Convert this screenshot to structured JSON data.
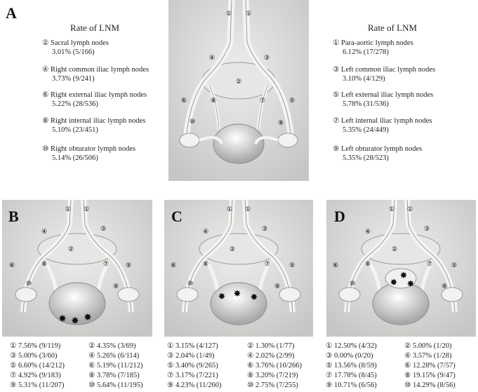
{
  "panelA": {
    "letter": "A",
    "left_title": "Rate of LNM",
    "right_title": "Rate of LNM",
    "left_nodes": [
      {
        "name": "② Sacral lymph nodes",
        "value": "3.01% (5/166)"
      },
      {
        "name": "④ Right common iliac lymph nodes",
        "value": "3.73% (9/241)"
      },
      {
        "name": "⑥ Right external iliac lymph nodes",
        "value": "5.22% (28/536)"
      },
      {
        "name": "⑧ Right internal iliac lymph nodes",
        "value": "5.10% (23/451)"
      },
      {
        "name": "⑩ Right obturator lymph nodes",
        "value": "5.14% (26/506)"
      }
    ],
    "right_nodes": [
      {
        "name": "① Para-aortic lymph nodes",
        "value": "6.12% (17/278)"
      },
      {
        "name": "③ Left common iliac lymph nodes",
        "value": "3.10% (4/129)"
      },
      {
        "name": "⑤ Left external iliac lymph nodes",
        "value": "5.78% (31/536)"
      },
      {
        "name": "⑦ Left internal iliac lymph nodes",
        "value": "5.35% (24/449)"
      },
      {
        "name": "⑨ Left obturator lymph nodes",
        "value": "5.35% (28/523)"
      }
    ]
  },
  "diagram_labels": {
    "n1a": "①",
    "n1b": "①",
    "n2": "②",
    "n3": "③",
    "n4": "④",
    "n5": "⑤",
    "n6": "⑥",
    "n7": "⑦",
    "n8": "⑧",
    "n9": "⑨",
    "n10": "⑩"
  },
  "panelB": {
    "letter": "B",
    "stats_left": [
      "① 7.56% (9/119)",
      "③ 5.00% (3/60)",
      "⑤ 6.60% (14/212)",
      "⑦ 4.92% (9/183)",
      "⑨ 5.31% (11/207)"
    ],
    "stats_right": [
      "② 4.35% (3/69)",
      "④ 5.26% (6/114)",
      "⑥ 5.19% (11/212)",
      "⑧ 3.78% (7/185)",
      "⑩ 5.64% (11/195)"
    ]
  },
  "panelC": {
    "letter": "C",
    "stats_left": [
      "① 3.15% (4/127)",
      "③ 2.04% (1/49)",
      "⑤ 3.40% (9/265)",
      "⑦ 3.17% (7/221)",
      "⑨ 4.23% (11/260)"
    ],
    "stats_right": [
      "② 1.30% (1/77)",
      "④ 2.02% (2/99)",
      "⑥ 3.76% (10/266)",
      "⑧ 3.20% (7/219)",
      "⑩ 2.75% (7/255)"
    ]
  },
  "panelD": {
    "letter": "D",
    "stats_left": [
      "① 12.50% (4/32)",
      "③ 0.00% (0/20)",
      "⑤ 13.56% (8/59)",
      "⑦ 17.78% (8/45)",
      "⑨ 10.71% (6/56)"
    ],
    "stats_right": [
      "② 5.00% (1/20)",
      "④ 3.57% (1/28)",
      "⑥ 12.28% (7/57)",
      "⑧ 19.15% (9/47)",
      "⑩ 14.29% (8/56)"
    ]
  }
}
